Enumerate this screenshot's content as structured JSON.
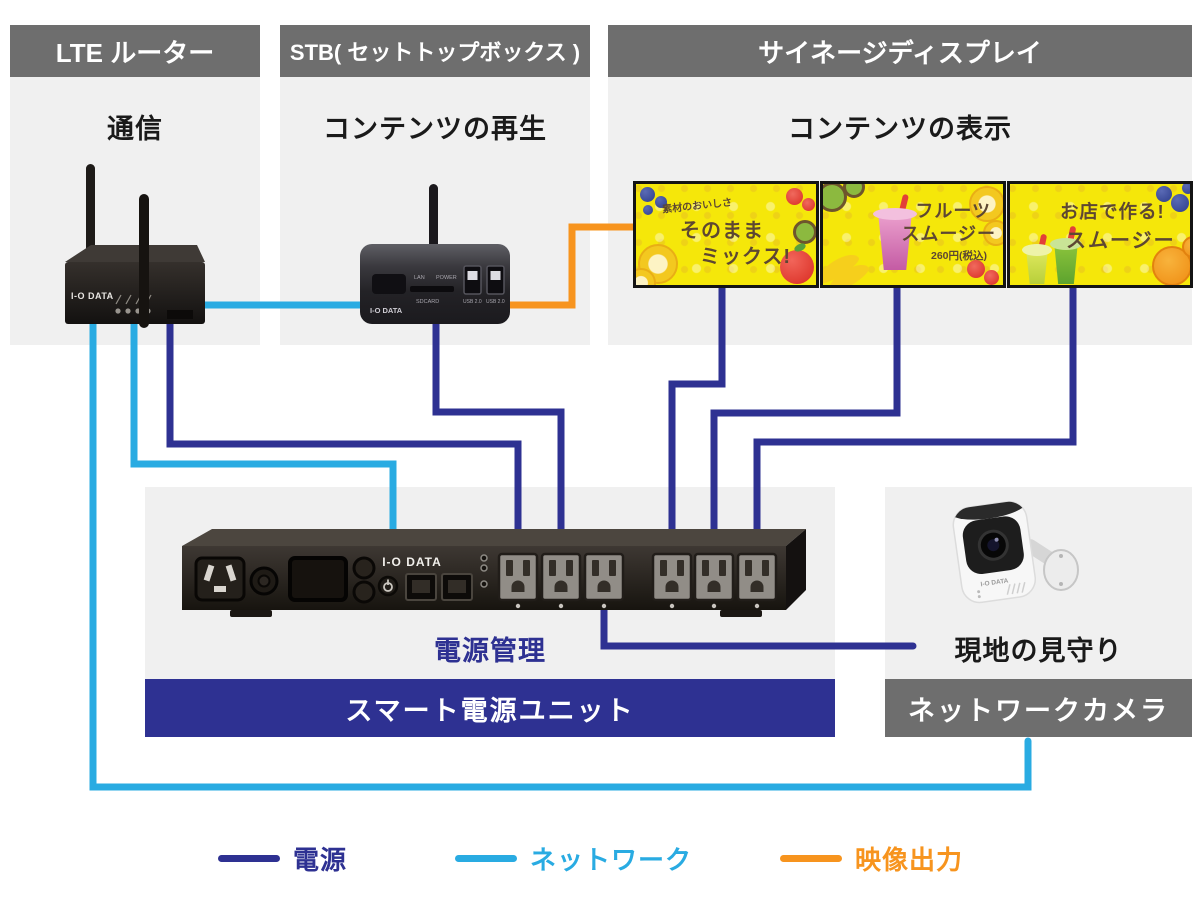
{
  "brand": "I-O DATA",
  "colors": {
    "power_line": "#2e3192",
    "network_line": "#29abe2",
    "video_line": "#f7941e",
    "panel_bg": "#f0f0f0",
    "header_bg": "#6e6e6e",
    "screen_bg": "#f5e70a"
  },
  "panels": {
    "lte": {
      "title": "LTE ルーター",
      "caption": "通信"
    },
    "stb": {
      "title": "STB( セットトップボックス )",
      "caption": "コンテンツの再生"
    },
    "signage": {
      "title": "サイネージディスプレイ",
      "caption": "コンテンツの表示"
    },
    "power": {
      "caption": "電源管理",
      "banner": "スマート電源ユニット"
    },
    "camera": {
      "caption": "現地の見守り",
      "banner": "ネットワークカメラ"
    }
  },
  "screens": [
    {
      "tagline": "素材のおいしさ",
      "line1": "そのまま",
      "line2": "ミックス!"
    },
    {
      "line1": "フルーツ",
      "line2": "スムージー",
      "price": "260円(税込)"
    },
    {
      "line1": "お店で作る!",
      "line2": "スムージー"
    }
  ],
  "stb_labels": {
    "lan": "LAN",
    "power": "POWER",
    "sd": "SDCARD",
    "usb1": "USB 2.0",
    "usb2": "USB 2.0"
  },
  "legend": [
    {
      "label": "電源",
      "color": "#2e3192"
    },
    {
      "label": "ネットワーク",
      "color": "#29abe2"
    },
    {
      "label": "映像出力",
      "color": "#f7941e"
    }
  ]
}
